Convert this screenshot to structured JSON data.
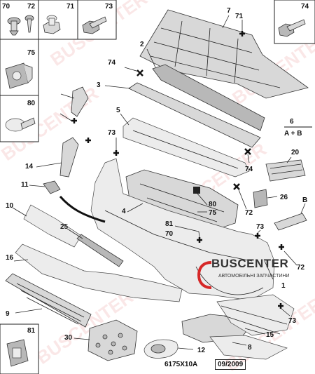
{
  "diagram": {
    "thumbnails": [
      {
        "id": "70",
        "icon": "clip-icon"
      },
      {
        "id": "71",
        "icon": "nut-icon"
      },
      {
        "id": "72",
        "icon": "screw-icon"
      },
      {
        "id": "73",
        "icon": "bolt-icon"
      },
      {
        "id": "74",
        "icon": "bolt-icon"
      },
      {
        "id": "75",
        "icon": "bracket-clip-icon"
      },
      {
        "id": "80",
        "icon": "push-rivet-icon"
      },
      {
        "id": "81",
        "icon": "clip-cage-icon"
      }
    ],
    "labels": [
      "7",
      "71",
      "2",
      "74",
      "3",
      "1",
      "5",
      "6",
      "A + B",
      "20",
      "73",
      "74",
      "14",
      "11",
      "4",
      "26",
      "80",
      "75",
      "72",
      "B",
      "10",
      "25",
      "81",
      "70",
      "73",
      "72",
      "16",
      "9",
      "73",
      "30",
      "12",
      "15",
      "8"
    ],
    "reference_code": "6175X10A",
    "date": "09/2009"
  },
  "brand": {
    "name": "BUSCENTER",
    "tagline": "АВТОМОБІЛЬНІ ЗАПЧАСТИНИ",
    "accent_color": "#d62828"
  },
  "watermark": "BUSCENTER"
}
